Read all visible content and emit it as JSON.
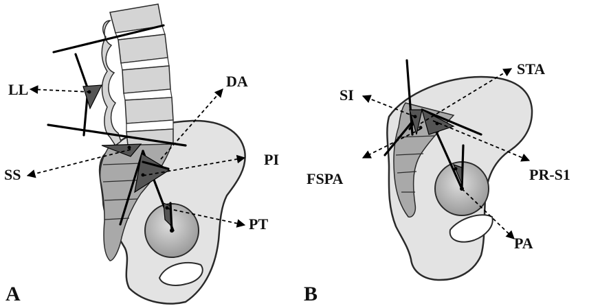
{
  "panel_a": {
    "letter": "A",
    "labels": {
      "ll": "LL",
      "da": "DA",
      "ss": "SS",
      "pi": "PI",
      "pt": "PT"
    }
  },
  "panel_b": {
    "letter": "B",
    "labels": {
      "si": "SI",
      "sta": "STA",
      "fspa": "FSPA",
      "pr_s1": "PR-S1",
      "pa": "PA"
    }
  }
}
